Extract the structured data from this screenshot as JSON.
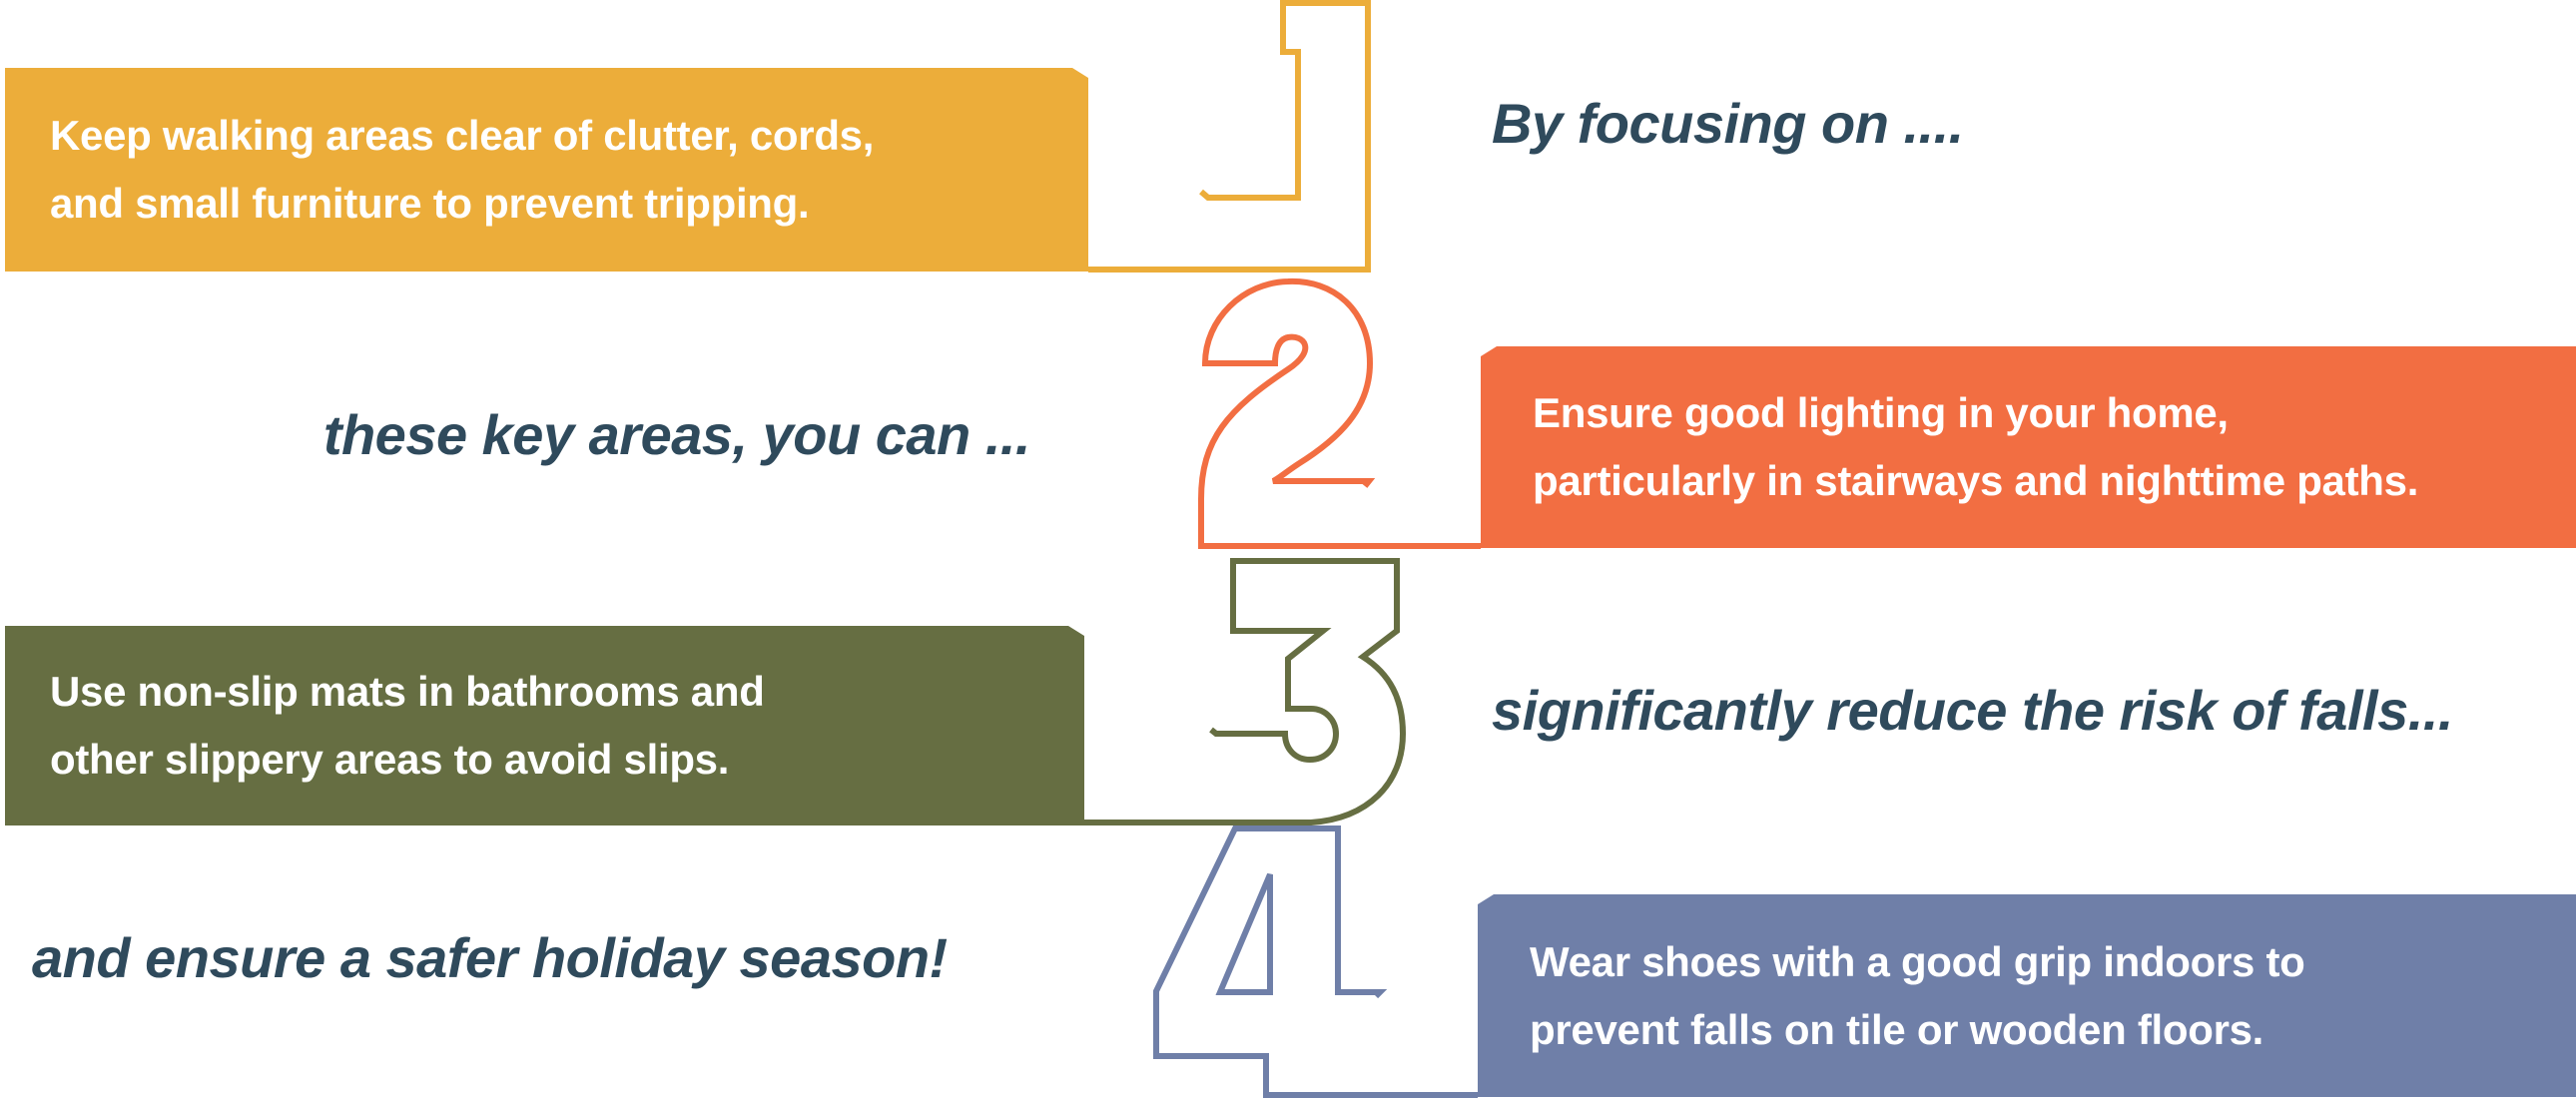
{
  "colors": {
    "step1": "#ECAD3A",
    "step2": "#F26E42",
    "step3": "#666E42",
    "step4": "#6F7FA8",
    "phrase_text": "#2F4A5C"
  },
  "steps": [
    {
      "number": "1",
      "lines": [
        "Keep walking areas clear of clutter, cords,",
        "and small furniture to prevent tripping."
      ]
    },
    {
      "number": "2",
      "lines": [
        "Ensure good lighting in your home,",
        "particularly in stairways and nighttime paths."
      ]
    },
    {
      "number": "3",
      "lines": [
        "Use non-slip mats in bathrooms and",
        "other slippery areas to avoid slips."
      ]
    },
    {
      "number": "4",
      "lines": [
        "Wear shoes with a good grip indoors to",
        "prevent falls on tile or wooden floors."
      ]
    }
  ],
  "phrases": [
    "By focusing on ....",
    "these key areas, you can ...",
    "significantly reduce the risk of falls...",
    "and ensure a safer holiday season!"
  ]
}
